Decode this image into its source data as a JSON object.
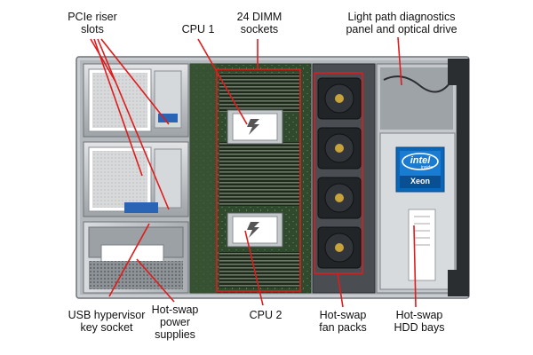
{
  "labels": {
    "pcie_riser": [
      "PCIe riser",
      "slots"
    ],
    "cpu1": [
      "CPU 1"
    ],
    "dimm": [
      "24 DIMM",
      "sockets"
    ],
    "light_path": [
      "Light path diagnostics",
      "panel and optical drive"
    ],
    "usb_hypervisor": [
      "USB hypervisor",
      "key socket"
    ],
    "psu": [
      "Hot-swap",
      "power",
      "supplies"
    ],
    "cpu2": [
      "CPU 2"
    ],
    "fans": [
      "Hot-swap",
      "fan packs"
    ],
    "hdd": [
      "Hot-swap",
      "HDD bays"
    ]
  },
  "intel_badge": {
    "brand": "intel",
    "inside": "inside",
    "product": "Xeon"
  },
  "colors": {
    "callout": "#e01b1b",
    "chassis": "#bfc3c7",
    "board": "#2f4a2c",
    "intel_blue": "#0a66b8"
  }
}
